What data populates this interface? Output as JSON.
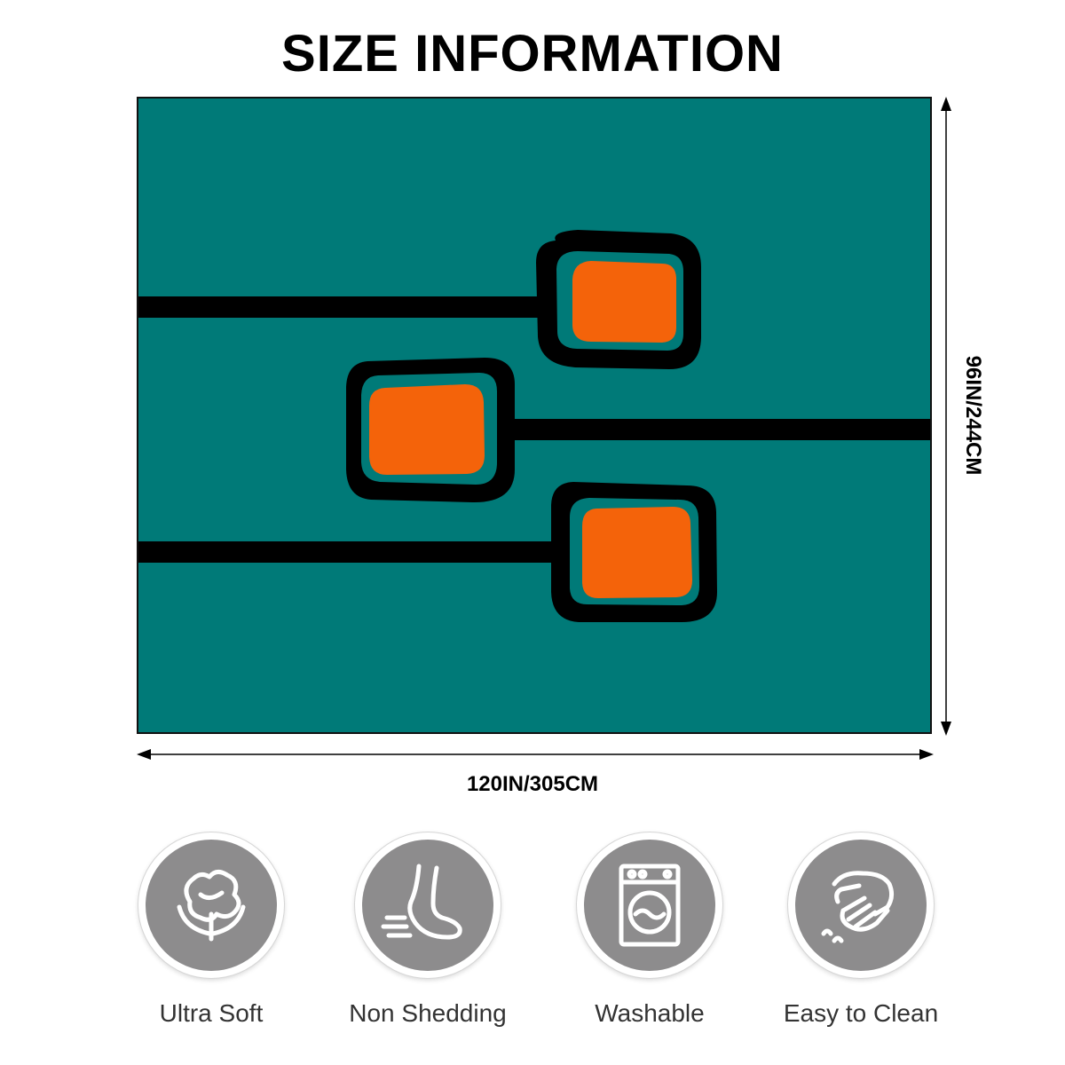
{
  "header": {
    "title": "SIZE INFORMATION"
  },
  "dimensions": {
    "width_label": "120IN/305CM",
    "height_label": "96IN/244CM"
  },
  "colors": {
    "rug_background": "#007a78",
    "accent_orange": "#f4630a",
    "outline_black": "#000000",
    "badge_gray": "#8d8c8d"
  },
  "features": [
    {
      "label": "Ultra Soft",
      "icon": "cotton-icon"
    },
    {
      "label": "Non Shedding",
      "icon": "foot-icon"
    },
    {
      "label": "Washable",
      "icon": "washing-machine-icon"
    },
    {
      "label": "Easy to Clean",
      "icon": "wiping-hand-icon"
    }
  ]
}
